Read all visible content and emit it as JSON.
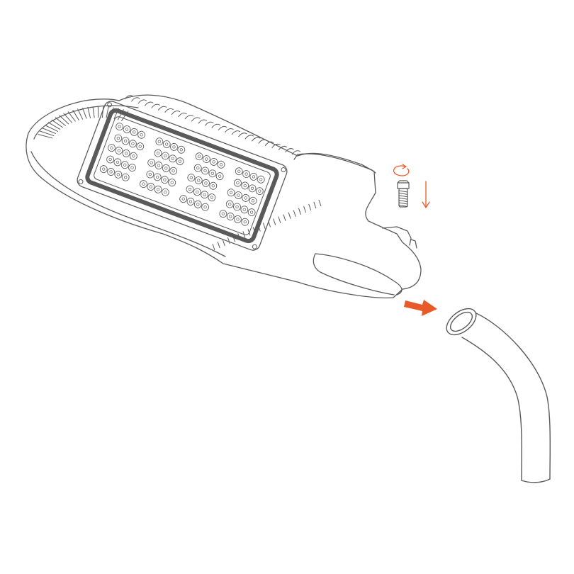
{
  "diagram": {
    "colors": {
      "background": "#ffffff",
      "line": "#5a5a5a",
      "accent": "#e85a2a"
    },
    "parts": [
      {
        "name": "street-light-housing",
        "icon": "led-street-light-icon"
      },
      {
        "name": "led-lens-module",
        "icon": "led-array-icon"
      },
      {
        "name": "mounting-bolt",
        "icon": "bolt-icon"
      },
      {
        "name": "pole-arm",
        "icon": "bent-pipe-icon"
      }
    ],
    "arrows": [
      {
        "name": "rotate-arrow",
        "icon": "rotate-counterclockwise-icon"
      },
      {
        "name": "down-arrow",
        "icon": "arrow-down-icon"
      },
      {
        "name": "insert-arrow",
        "icon": "arrow-right-icon"
      }
    ]
  }
}
